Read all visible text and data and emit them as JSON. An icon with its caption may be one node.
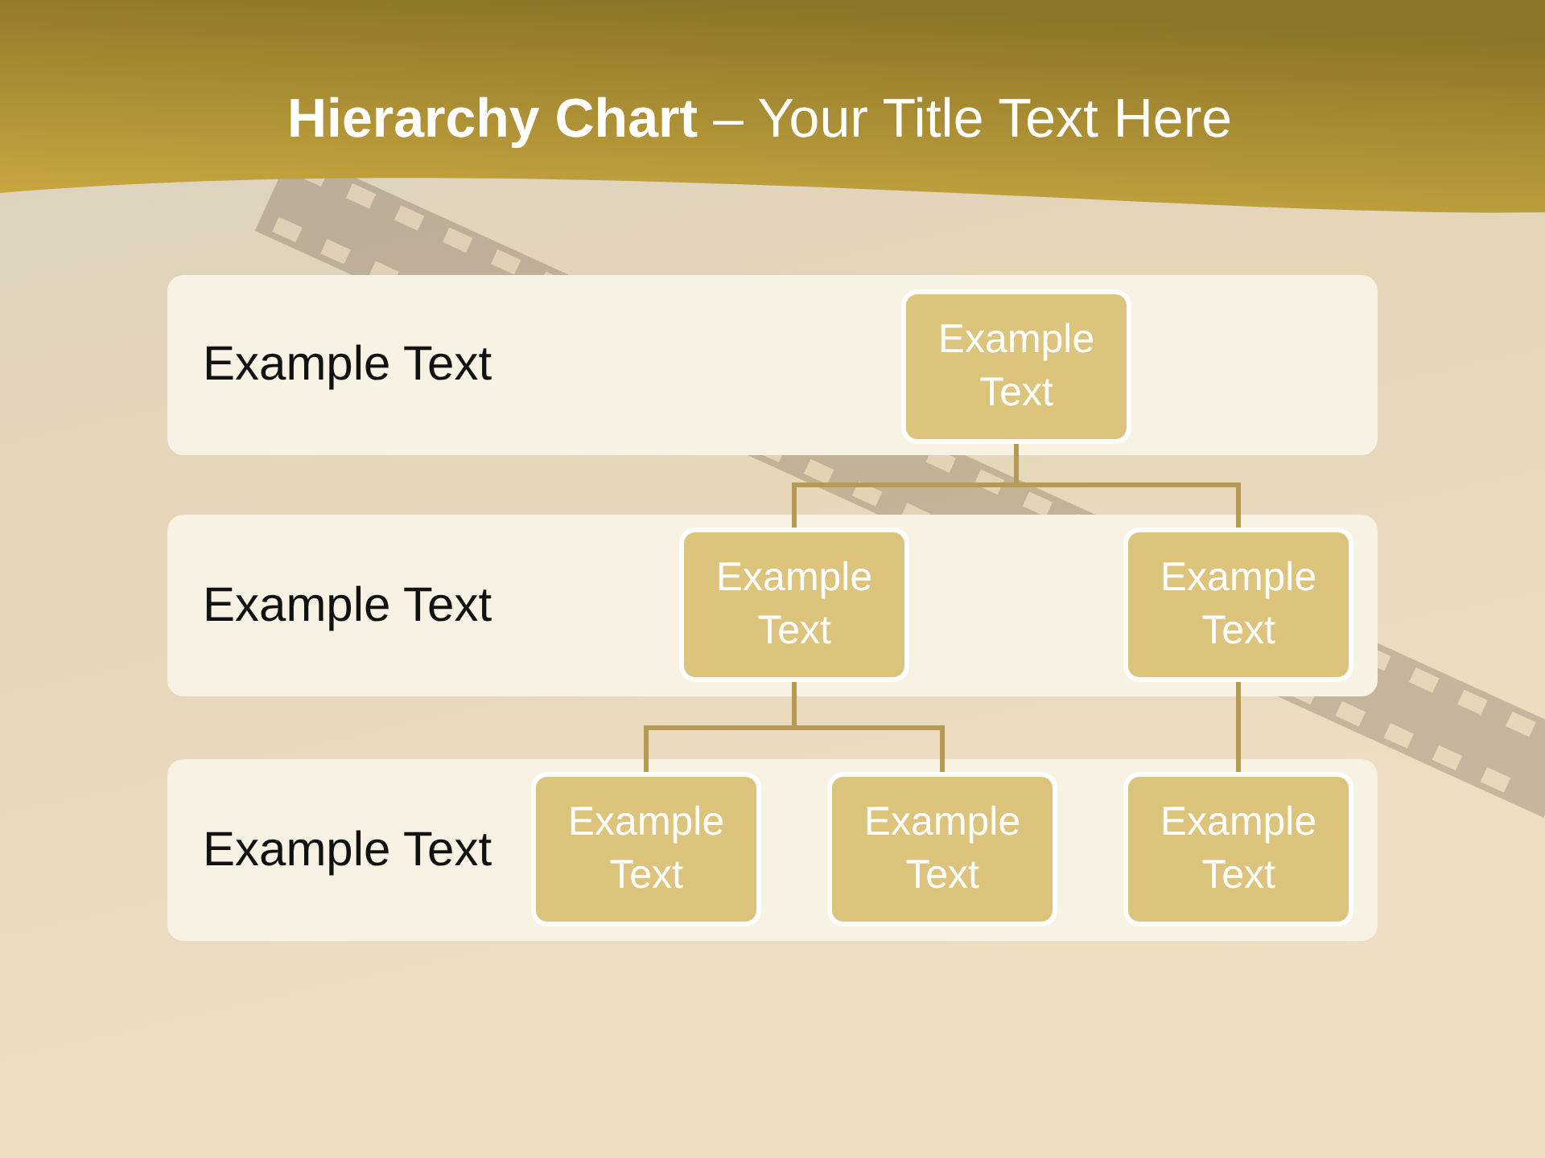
{
  "diagram": {
    "title": "**Hierarchy Chart** – Your Title Text Here",
    "nodes": [
      {
        "text": [
          "Example Text"
        ]
      },
      {
        "text": [
          "Example Text"
        ],
        "in": 0
      },
      {
        "text": [
          "Example Text"
        ]
      },
      {
        "text": [
          "Example Text"
        ],
        "in": 2
      },
      {
        "text": [
          "Example Text"
        ],
        "in": 2
      },
      {
        "text": [
          "Example Text"
        ]
      },
      {
        "text": [
          "Example Text"
        ],
        "in": 5
      },
      {
        "text": [
          "Example Text"
        ],
        "in": 5
      },
      {
        "text": [
          "Example Text"
        ],
        "in": 5
      }
    ],
    "edges": [
      {
        "from": 1,
        "to": 3,
        "arrow": "none"
      },
      {
        "from": 1,
        "to": 4,
        "arrow": "none"
      },
      {
        "from": 3,
        "to": 6,
        "arrow": "none"
      },
      {
        "from": 3,
        "to": 7,
        "arrow": "none"
      },
      {
        "from": 4,
        "to": 8,
        "arrow": "none"
      }
    ]
  }
}
